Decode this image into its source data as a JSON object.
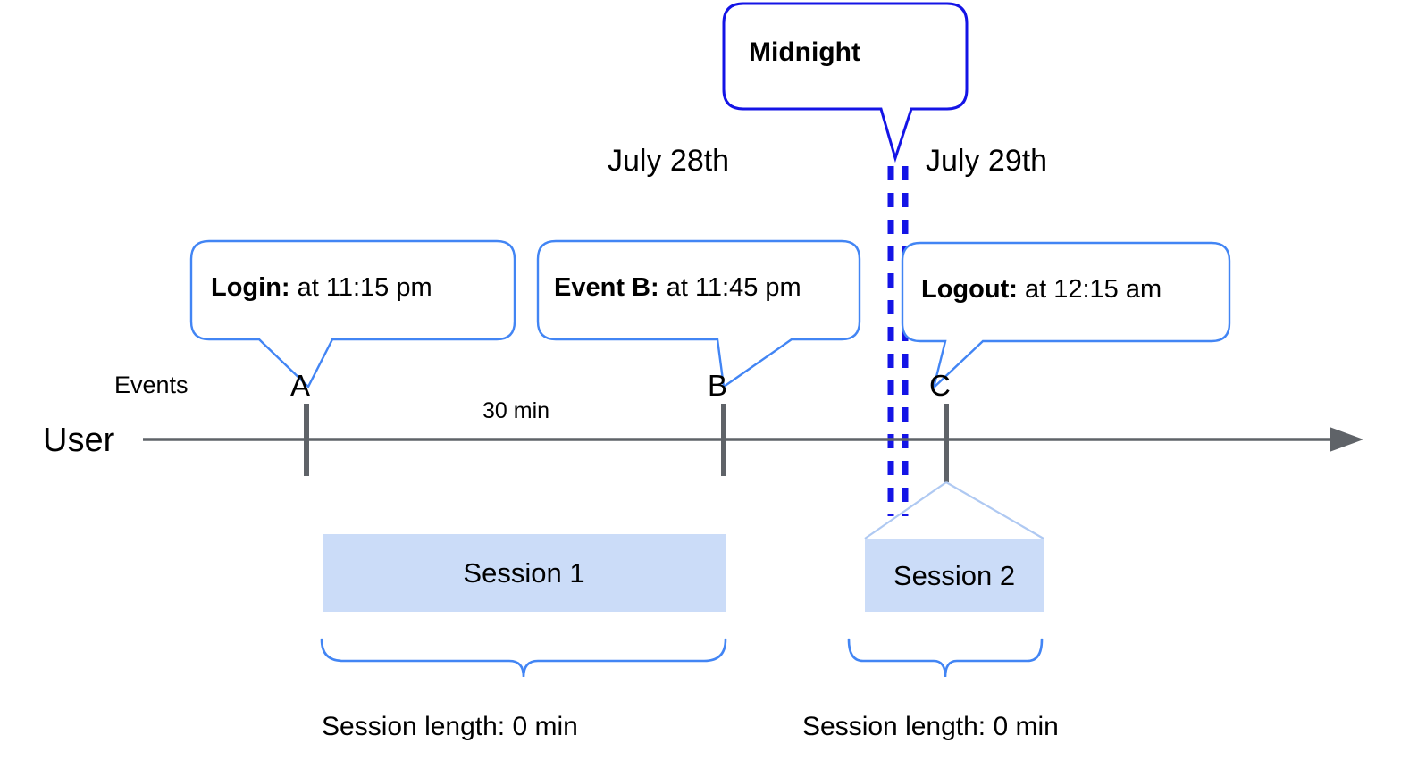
{
  "diagram": {
    "title_callout": {
      "label": "Midnight",
      "border_color": "#1414E6"
    },
    "dates": [
      {
        "label": "July 28th"
      },
      {
        "label": "July 29th"
      }
    ],
    "event_callouts": [
      {
        "bold": "Login:",
        "rest": " at 11:15 pm"
      },
      {
        "bold": "Event B:",
        "rest": " at 11:45 pm"
      },
      {
        "bold": "Logout:",
        "rest": " at 12:15 am"
      }
    ],
    "axis": {
      "row_label": "User",
      "events_label": "Events",
      "duration_label": "30 min",
      "line_color": "#5F6368"
    },
    "event_markers": [
      {
        "letter": "A"
      },
      {
        "letter": "B"
      },
      {
        "letter": "C"
      }
    ],
    "sessions": [
      {
        "label": "Session 1",
        "fill": "#CBDCF8"
      },
      {
        "label": "Session 2",
        "fill": "#CBDCF8"
      }
    ],
    "session_lengths": [
      {
        "label": "Session length: 0 min"
      },
      {
        "label": "Session length: 0 min"
      }
    ],
    "colors": {
      "callout_blue": "#4285F4",
      "midnight_blue": "#1414E6",
      "session_fill": "#CBDCF8",
      "axis_gray": "#5F6368",
      "brace_blue": "#4285F4"
    }
  }
}
